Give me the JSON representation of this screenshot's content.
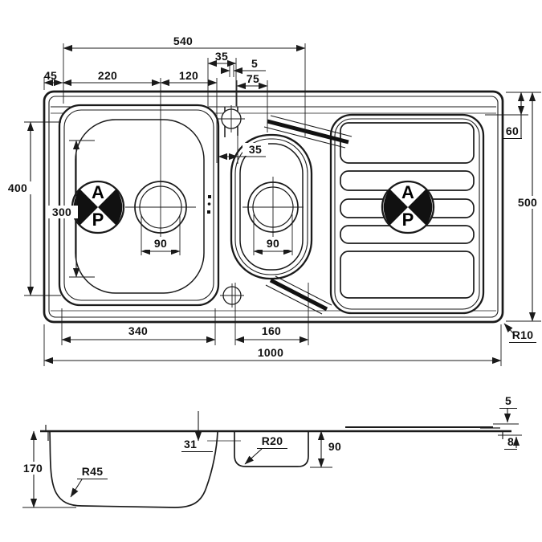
{
  "plan": {
    "dim_540": "540",
    "dim_45": "45",
    "dim_220": "220",
    "dim_120": "120",
    "dim_35_tap": "35",
    "dim_5_tap": "5",
    "dim_75": "75",
    "dim_35_gap": "35",
    "dim_400": "400",
    "dim_300": "300",
    "dim_90_main_drain": "90",
    "dim_90_small_drain": "90",
    "dim_60": "60",
    "dim_500": "500",
    "dim_r10": "R10",
    "dim_340": "340",
    "dim_160": "160",
    "dim_1000": "1000"
  },
  "section": {
    "dim_170": "170",
    "dim_r45": "R45",
    "dim_31": "31",
    "dim_r20": "R20",
    "dim_90": "90",
    "dim_5": "5",
    "dim_8": "8"
  },
  "logo": {
    "top_letter": "A",
    "bottom_letter": "P"
  },
  "colors": {
    "line": "#1a1a1a",
    "background": "#ffffff"
  }
}
